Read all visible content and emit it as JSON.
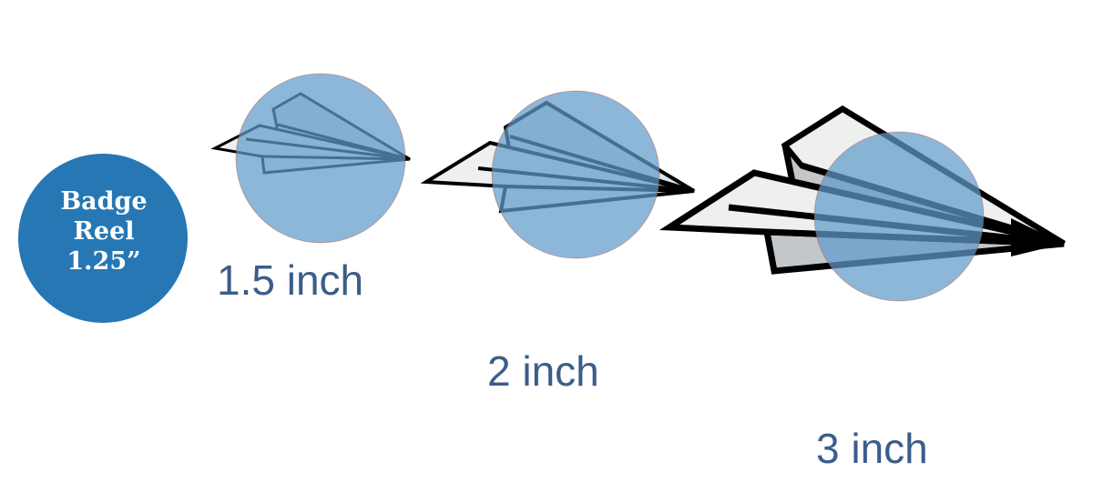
{
  "badge": {
    "line1": "Badge",
    "line2": "Reel",
    "line3": "1.25”",
    "color": "#2677b4"
  },
  "sizes": [
    {
      "label": "1.5 inch"
    },
    {
      "label": "2 inch"
    },
    {
      "label": "3 inch"
    }
  ],
  "colors": {
    "overlay_circle": "#5f9bcb",
    "plane_light": "#eef0f0",
    "plane_shadow": "#c4c7ca",
    "outline": "#000000",
    "label_text": "#3b5d8a"
  }
}
